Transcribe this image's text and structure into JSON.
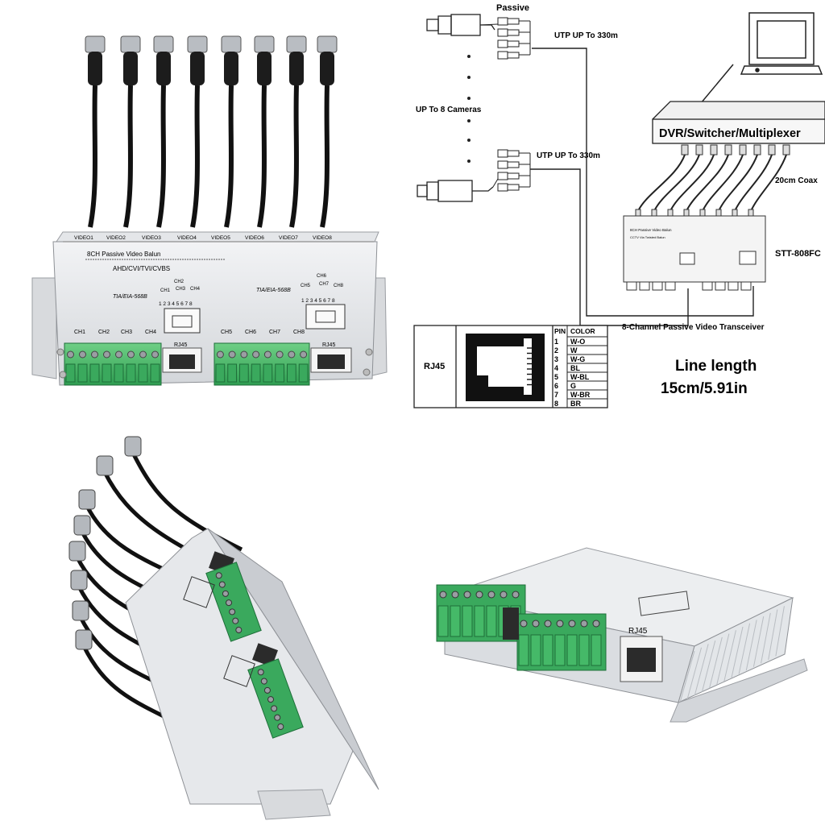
{
  "product": {
    "panel_title": "8CH Passive Video Balun",
    "panel_subtitle": "AHD/CVI/TVI/CVBS",
    "video_labels": [
      "VIDEO1",
      "VIDEO2",
      "VIDEO3",
      "VIDEO4",
      "VIDEO5",
      "VIDEO6",
      "VIDEO7",
      "VIDEO8"
    ],
    "standard_left": "TIA/EIA-568B",
    "standard_right": "TIA/EIA-568B",
    "group_left_channels": [
      "CH1",
      "CH2",
      "CH3",
      "CH4"
    ],
    "group_right_channels": [
      "CH5",
      "CH6",
      "CH7",
      "CH8"
    ],
    "pin_numbers": "1 2 3 4 5 6 7 8",
    "channel_labels": [
      "CH1",
      "CH2",
      "CH3",
      "CH4",
      "CH5",
      "CH6",
      "CH7",
      "CH8"
    ],
    "rj45_label": "RJ45"
  },
  "diagram": {
    "passive_label": "Passive",
    "utp_top": "UTP UP To 330m",
    "cameras_label": "UP To 8 Cameras",
    "utp_bottom": "UTP UP To 330m",
    "dvr_label": "DVR/Switcher/Multiplexer",
    "coax_label": "20cm Coax",
    "model_label": "STT-808FC",
    "transceiver_label": "8-Channel Passive Video Transceiver",
    "mini_title": "8CH Passive Video Balun",
    "mini_subtitle": "CCTV Via Twisted Balun",
    "rj45_table": {
      "title": "RJ45",
      "pin_header": "PIN",
      "color_header": "COLOR",
      "rows": [
        {
          "pin": "1",
          "color": "W-O"
        },
        {
          "pin": "2",
          "color": "W"
        },
        {
          "pin": "3",
          "color": "W-G"
        },
        {
          "pin": "4",
          "color": "BL"
        },
        {
          "pin": "5",
          "color": "W-BL"
        },
        {
          "pin": "6",
          "color": "G"
        },
        {
          "pin": "7",
          "color": "W-BR"
        },
        {
          "pin": "8",
          "color": "BR"
        }
      ]
    },
    "line_length_title": "Line length",
    "line_length_value": "15cm/5.91in"
  },
  "photo_bottom_right": {
    "rj45_label": "RJ45"
  }
}
